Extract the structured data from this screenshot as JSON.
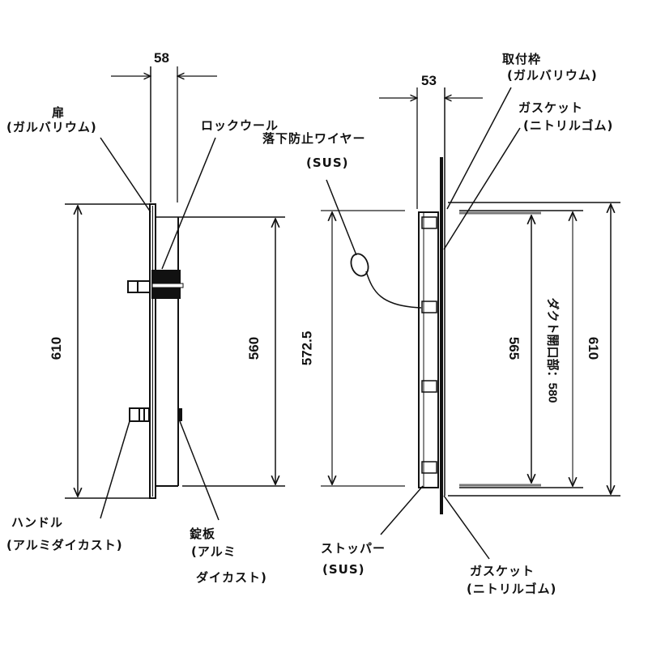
{
  "left_view": {
    "dim_width": "58",
    "dim_height_outer": "610",
    "dim_height_inner": "560",
    "labels": {
      "door_name": "扉",
      "door_material": "(ガルバリウム)",
      "rockwool": "ロックウール",
      "handle_name": "ハンドル",
      "handle_material": "(アルミダイカスト)",
      "latch_name": "錠板",
      "latch_material_1": "(アルミ",
      "latch_material_2": "ダイカスト)"
    }
  },
  "right_view": {
    "dim_width": "53",
    "dim_height_stopper": "572.5",
    "dim_height_inner": "565",
    "dim_duct_opening": "ダクト開口部：580",
    "dim_height_outer": "610",
    "labels": {
      "frame_name": "取付枠",
      "frame_material": "(ガルバリウム)",
      "gasket_top_name": "ガスケット",
      "gasket_top_material": "(ニトリルゴム)",
      "wire_name": "落下防止ワイヤー",
      "wire_material": "(SUS)",
      "stopper_name": "ストッパー",
      "stopper_material": "(SUS)",
      "gasket_bottom_name": "ガスケット",
      "gasket_bottom_material": "(ニトリルゴム)"
    }
  },
  "colors": {
    "line": "#111111",
    "gray_line": "#555555",
    "background": "#ffffff"
  }
}
